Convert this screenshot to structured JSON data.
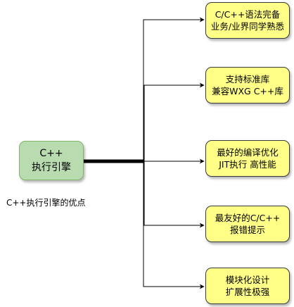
{
  "center": {
    "line1": "C++",
    "line2": "执行引擎"
  },
  "features": [
    {
      "line1": "C/C++语法完备",
      "line2": "业务/业界同学熟悉"
    },
    {
      "line1": "支持标准库",
      "line2": "兼容WXG C++库"
    },
    {
      "line1": "最好的编译优化",
      "line2": "JIT执行 高性能"
    },
    {
      "line1": "最友好的C/C++",
      "line2": "报错提示"
    },
    {
      "line1": "模块化设计",
      "line2": "扩展性极强"
    }
  ],
  "caption": "C++执行引擎的优点",
  "colors": {
    "center_fill": "#b8dcb0",
    "center_stroke": "#82b366",
    "leaf_fill": "#ffff88",
    "leaf_stroke": "#36393d",
    "edge": "#000000"
  }
}
